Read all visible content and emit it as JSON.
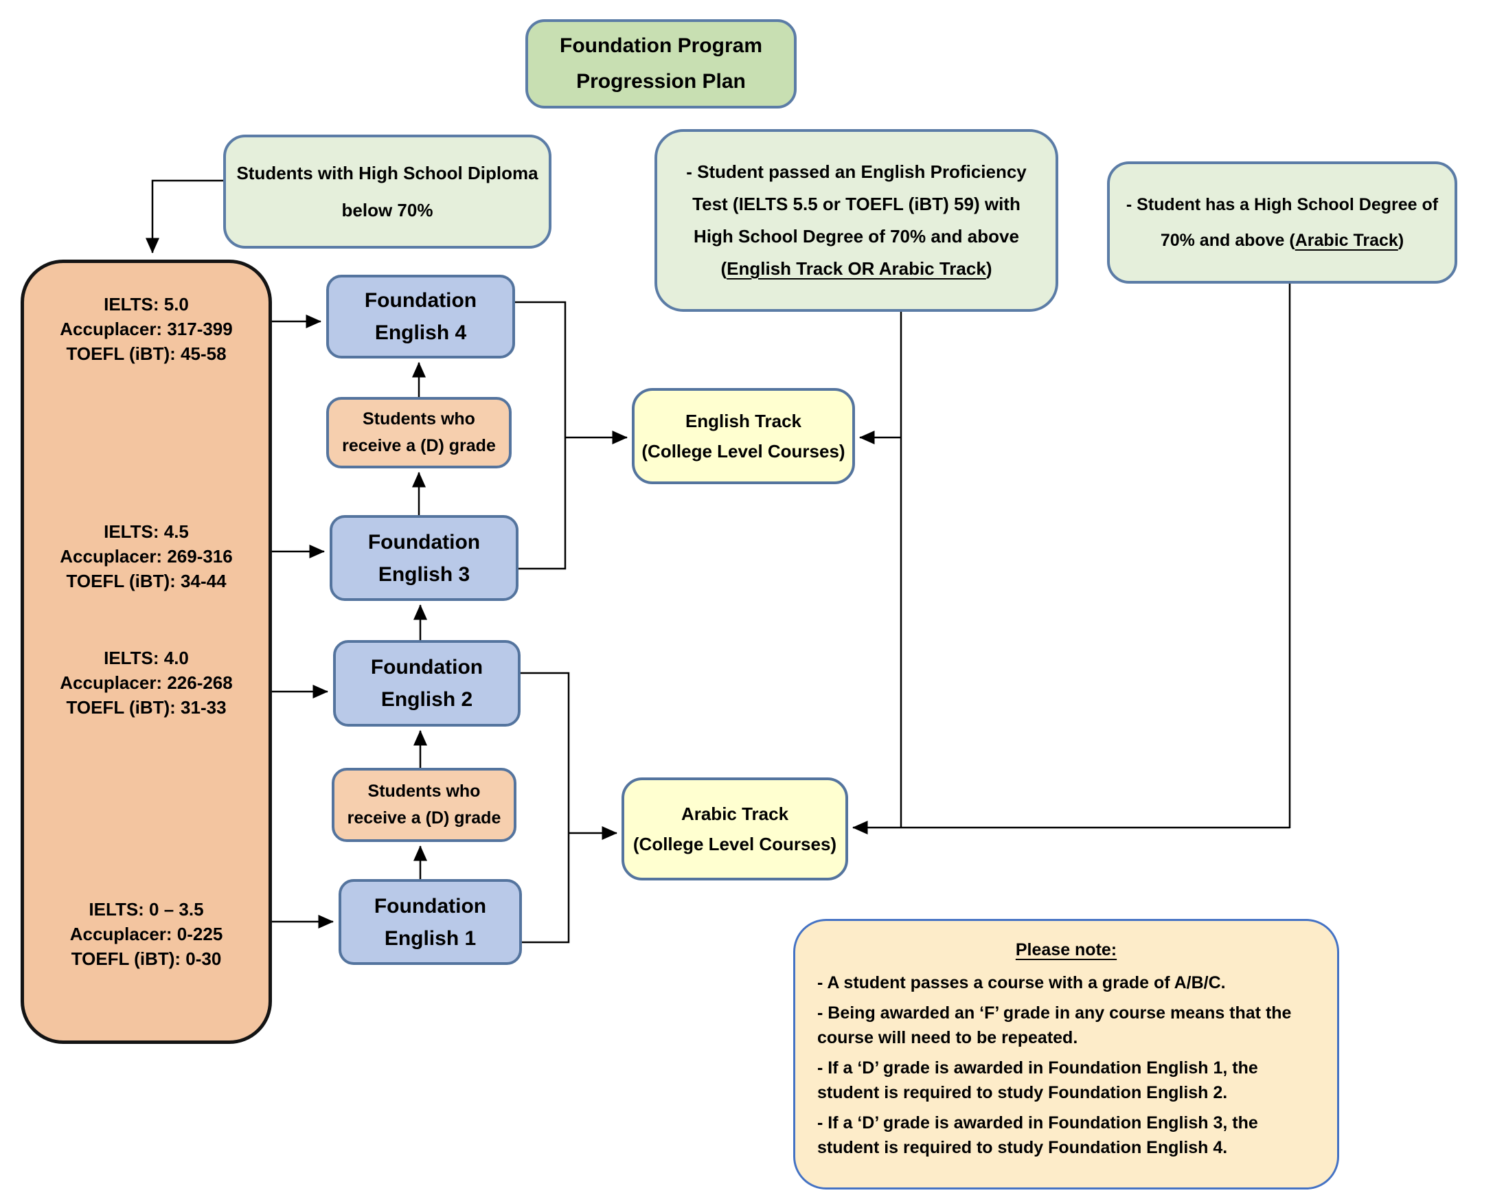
{
  "colors": {
    "title_fill": "#c8dfb2",
    "entry_fill": "#e5efdb",
    "course_fill": "#b9c9e8",
    "d_grade_fill": "#f6cfae",
    "placement_fill": "#f3c5a0",
    "track_fill": "#ffffd0",
    "note_fill": "#fdecc9",
    "box_border": "#54749e",
    "note_border": "#4472c4"
  },
  "title_box": {
    "line1": "Foundation Program",
    "line2": "Progression Plan"
  },
  "entry_conditions": {
    "below_70": {
      "line1": "Students with High School Diploma",
      "line2": "below 70%"
    },
    "proficiency": {
      "line1": "- Student passed an English Proficiency",
      "line2": "Test (IELTS 5.5 or TOEFL (iBT) 59) with",
      "line3": "High School Degree of 70% and above",
      "line4_prefix": "(",
      "line4_underlined": "English Track OR Arabic Track",
      "line4_suffix": ")"
    },
    "arabic_degree": {
      "line1": "- Student has a High School Degree of",
      "line2_prefix": "70% and above (",
      "line2_underlined": "Arabic Track",
      "line2_suffix": ")"
    }
  },
  "placement_levels": [
    {
      "ielts": "IELTS: 5.0",
      "accuplacer": "Accuplacer: 317-399",
      "toefl": "TOEFL (iBT): 45-58"
    },
    {
      "ielts": "IELTS: 4.5",
      "accuplacer": "Accuplacer: 269-316",
      "toefl": "TOEFL (iBT): 34-44"
    },
    {
      "ielts": "IELTS: 4.0",
      "accuplacer": "Accuplacer: 226-268",
      "toefl": "TOEFL (iBT): 31-33"
    },
    {
      "ielts": "IELTS: 0 – 3.5",
      "accuplacer": "Accuplacer: 0-225",
      "toefl": "TOEFL (iBT): 0-30"
    }
  ],
  "courses": {
    "fe4": {
      "line1": "Foundation",
      "line2": "English 4"
    },
    "fe3": {
      "line1": "Foundation",
      "line2": "English 3"
    },
    "fe2": {
      "line1": "Foundation",
      "line2": "English 2"
    },
    "fe1": {
      "line1": "Foundation",
      "line2": "English 1"
    }
  },
  "d_grade_note": {
    "line1": "Students who",
    "line2": "receive a (D) grade"
  },
  "tracks": {
    "english": {
      "line1": "English Track",
      "line2": "(College Level Courses)"
    },
    "arabic": {
      "line1": "Arabic Track",
      "line2": "(College Level Courses)"
    }
  },
  "note_box": {
    "heading": "Please note:",
    "items": [
      "- A student passes a course with a grade of A/B/C.",
      "- Being awarded an ‘F’ grade in any course means that the course will need to be repeated.",
      "- If a ‘D’ grade is awarded in Foundation English 1, the student is required to study Foundation English 2.",
      "- If a ‘D’ grade is awarded in Foundation English 3, the student is required to study Foundation English 4."
    ]
  }
}
